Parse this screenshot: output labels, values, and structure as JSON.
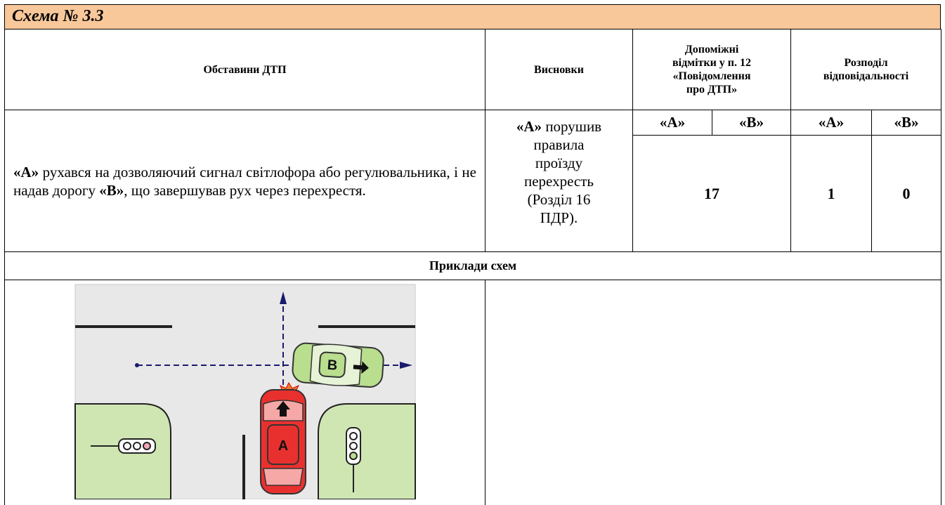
{
  "title": "Схема № 3.3",
  "headers": {
    "circumstances": "Обставини ДТП",
    "conclusions": "Висновки",
    "notes_line1": "Допоміжні",
    "notes_line2": "відмітки у п. 12",
    "notes_line3": "«Повідомлення",
    "notes_line4": "про ДТП»",
    "responsibility_line1": "Розподіл",
    "responsibility_line2": "відповідальності",
    "a": "«А»",
    "b": "«В»"
  },
  "circumstances": {
    "part1": "«А»",
    "part2": " рухався на дозволяючий сигнал світлофора або регулювальника, і не надав дорогу ",
    "part3": "«В»",
    "part4": ", що завершував рух через перехрестя."
  },
  "conclusion": {
    "bold": "«А»",
    "line1": " порушив",
    "line2": "правила",
    "line3": "проїзду",
    "line4": "перехресть",
    "line5": "(Розділ 16",
    "line6": "ПДР)."
  },
  "notes_value": "17",
  "responsibility": {
    "a": "1",
    "b": "0"
  },
  "examples_title": "Приклади схем",
  "diagram": {
    "car_a_label": "A",
    "car_b_label": "B",
    "colors": {
      "road": "#e8e8e8",
      "grass": "#cfe6b3",
      "car_a": "#e8312f",
      "car_b": "#b8de8e",
      "path": "#1a1a6e"
    }
  }
}
